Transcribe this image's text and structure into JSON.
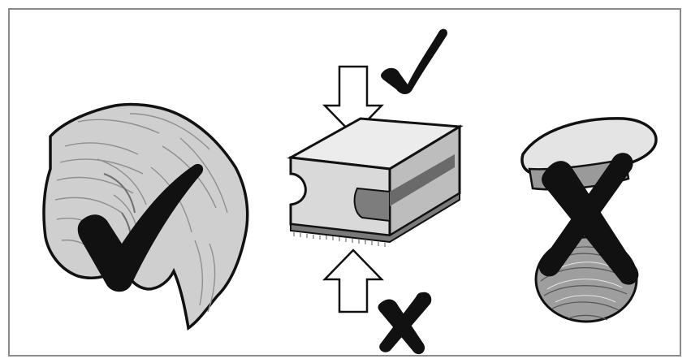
{
  "figure": {
    "description_icons": [
      "cloth-icon",
      "sponge-icon",
      "steel-wool-icon",
      "check-icon",
      "cross-icon"
    ],
    "colors": {
      "frame": "#8a8a8a",
      "outline": "#111111",
      "cloth_fill": "#c9c9c9",
      "sponge_top": "#e6e6e6",
      "sponge_side": "#bdbdbd",
      "scour_pad": "#8c8c8c",
      "mark": "#111111"
    },
    "items": [
      {
        "id": "soft-cloth",
        "icon": "cloth-icon",
        "verdict": "allowed"
      },
      {
        "id": "sponge-soft-side",
        "icon": "sponge-icon",
        "verdict": "allowed"
      },
      {
        "id": "sponge-abrasive-side",
        "icon": "sponge-icon",
        "verdict": "not-allowed"
      },
      {
        "id": "steel-wool",
        "icon": "steel-wool-icon",
        "verdict": "not-allowed"
      }
    ]
  }
}
